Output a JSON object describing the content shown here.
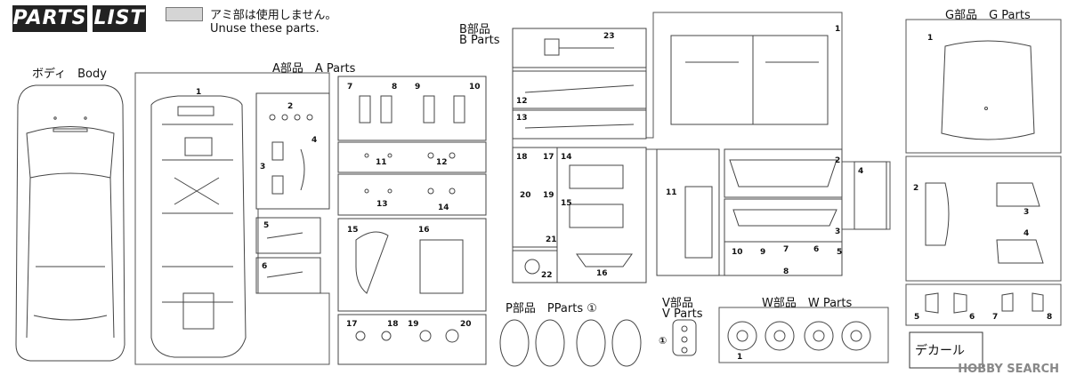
{
  "header": {
    "title_part1": "PARTS",
    "title_part2": "LIST",
    "note_jp": "アミ部は使用しません。",
    "note_en": "Unuse these parts."
  },
  "sections": {
    "body": {
      "label": "ボディ　Body"
    },
    "a": {
      "label": "A部品　A Parts",
      "nums": [
        "1",
        "2",
        "3",
        "4",
        "5",
        "6",
        "7",
        "8",
        "9",
        "10",
        "11",
        "12",
        "13",
        "14",
        "15",
        "16",
        "17",
        "18",
        "19",
        "20"
      ]
    },
    "b": {
      "label_jp": "B部品",
      "label_en": "B Parts",
      "nums": [
        "1",
        "2",
        "3",
        "4",
        "5",
        "6",
        "7",
        "8",
        "9",
        "10",
        "11",
        "12",
        "13",
        "14",
        "15",
        "16",
        "17",
        "18",
        "19",
        "20",
        "21",
        "22",
        "23"
      ]
    },
    "g": {
      "label": "G部品　G Parts",
      "nums": [
        "1",
        "2",
        "3",
        "4",
        "5",
        "6",
        "7",
        "8"
      ]
    },
    "p": {
      "label": "P部品　PParts ①"
    },
    "v": {
      "label_jp": "V部品",
      "label_en": "V Parts",
      "num": "①"
    },
    "w": {
      "label": "W部品　W Parts",
      "num": "1"
    },
    "decal": {
      "label": "デカール"
    }
  },
  "watermark": "HOBBY SEARCH"
}
